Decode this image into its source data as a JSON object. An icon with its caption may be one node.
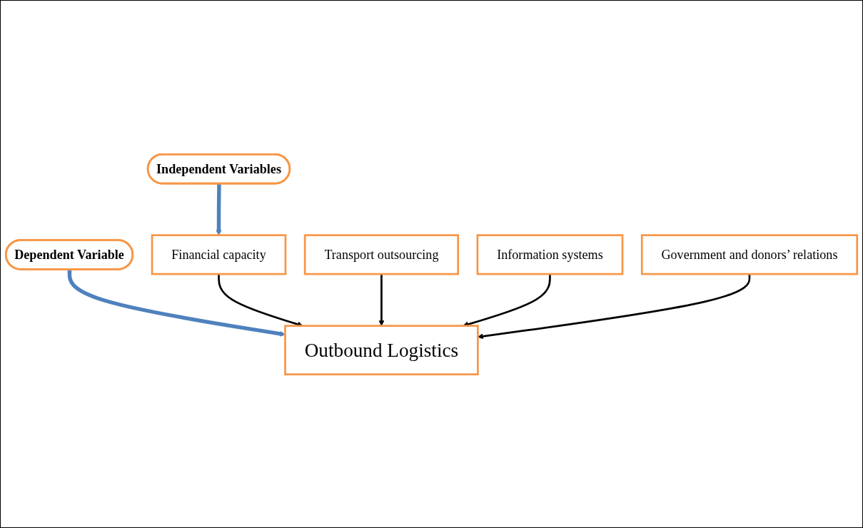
{
  "diagram": {
    "nodes": [
      {
        "text": [
          "Independent Variables"
        ]
      },
      {
        "text": [
          "Dependent Variable"
        ]
      },
      {
        "text": [
          "Financial capacity"
        ]
      },
      {
        "text": [
          "Transport outsourcing"
        ]
      },
      {
        "text": [
          "Information systems"
        ]
      },
      {
        "text": [
          "Government and donors’ relations"
        ]
      },
      {
        "text": [
          "Outbound Logistics"
        ]
      }
    ],
    "edges": [
      {
        "from": 0,
        "to": 2,
        "arrow": "to",
        "style": "thick",
        "color": "#4f81bd"
      },
      {
        "from": 1,
        "to": 6,
        "arrow": "to",
        "style": "thick",
        "color": "#4f81bd"
      },
      {
        "from": 2,
        "to": 6,
        "arrow": "to"
      },
      {
        "from": 3,
        "to": 6,
        "arrow": "to"
      },
      {
        "from": 4,
        "to": 6,
        "arrow": "to"
      },
      {
        "from": 5,
        "to": 6,
        "arrow": "to"
      }
    ]
  }
}
